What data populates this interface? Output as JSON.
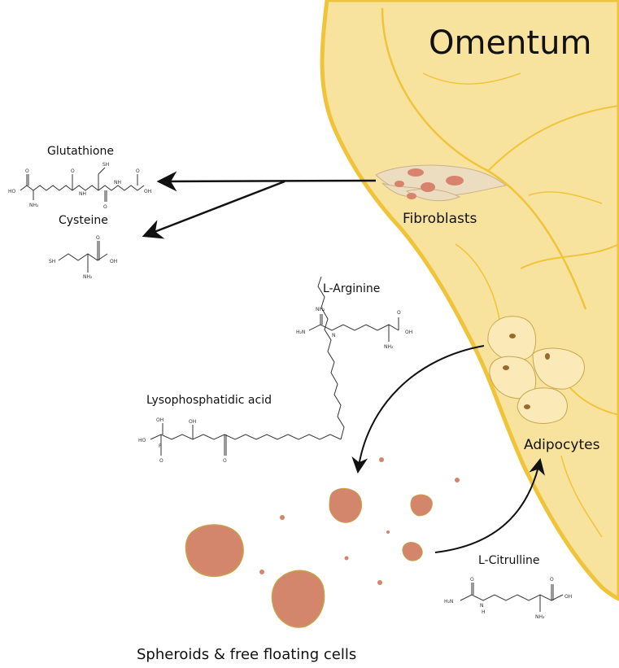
{
  "title": "Omentum",
  "labels": {
    "fibroblasts": "Fibroblasts",
    "adipocytes": "Adipocytes",
    "spheroids": "Spheroids & free floating cells"
  },
  "molecules": {
    "glutathione": "Glutathione",
    "cysteine": "Cysteine",
    "arginine": "L-Arginine",
    "lpa": "Lysophosphatidic acid",
    "citrulline": "L-Citrulline"
  },
  "atoms": {
    "ho": "HO",
    "oh": "OH",
    "sh": "SH",
    "nh2": "NH₂",
    "nh": "NH",
    "h2n": "H₂N",
    "n": "N",
    "p": "P",
    "o": "O",
    "h": "H"
  },
  "colors": {
    "omentum_fill": "#f8e39e",
    "omentum_stroke": "#f0c43a",
    "fibroblast_fill": "#ecdcc0",
    "nucleus": "#d9826c",
    "adipocyte_fill": "#fbeab8",
    "adipocyte_nucleus": "#9a6a2c",
    "spheroid": "#d3866c",
    "spheroid_edge": "#c8a04a",
    "arrow": "#111111"
  }
}
